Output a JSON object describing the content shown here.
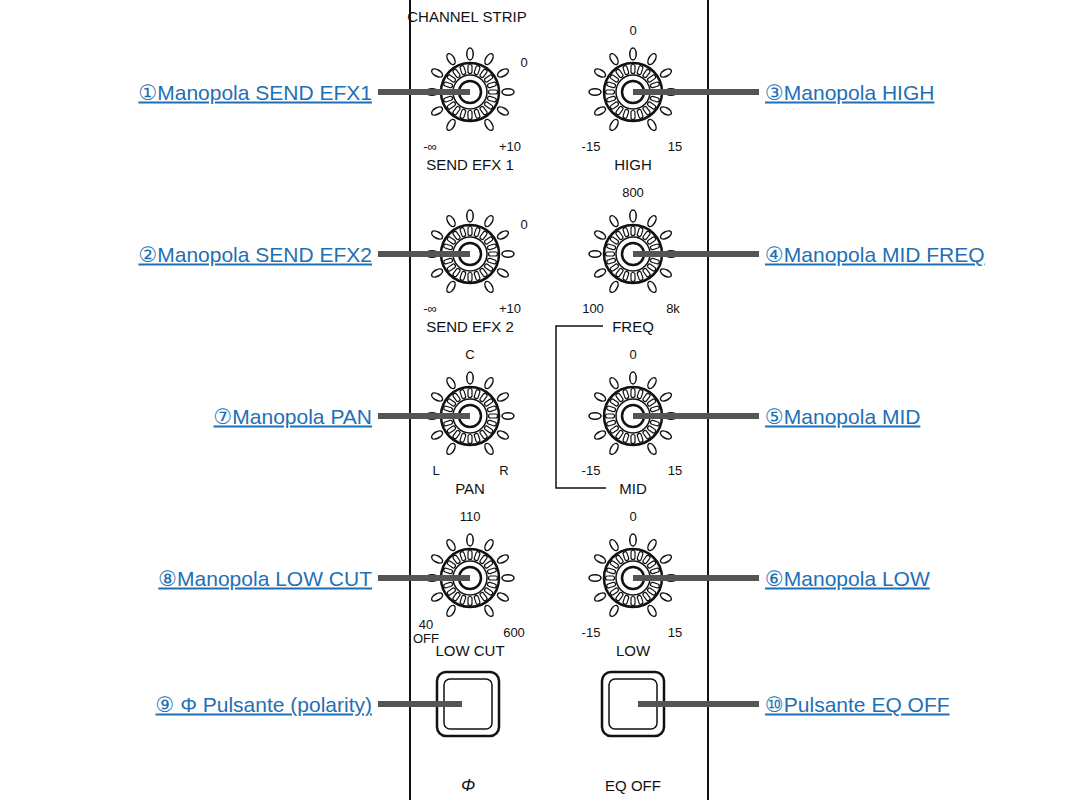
{
  "diagram": {
    "labels": [
      "CHANNEL STRIP",
      "0",
      "0",
      "-∞",
      "+10",
      "SEND EFX 1",
      "-15",
      "15",
      "HIGH",
      "800",
      "0",
      "-∞",
      "+10",
      "SEND EFX 2",
      "100",
      "8k",
      "FREQ",
      "C",
      "0",
      "L",
      "R",
      "PAN",
      "-15",
      "15",
      "MID",
      "110",
      "0",
      "40",
      "OFF",
      "600",
      "LOW CUT",
      "-15",
      "15",
      "LOW",
      "Φ",
      "EQ OFF",
      "①Manopola SEND EFX1",
      "②Manopola SEND EFX2",
      "③Manopola HIGH",
      "④Manopola MID FREQ",
      "⑦Manopola PAN",
      "⑤Manopola MID",
      "⑧Manopola LOW CUT",
      "⑥Manopola LOW",
      "⑨ Φ Pulsante (polarity)",
      "⑩Pulsante EQ OFF"
    ]
  }
}
